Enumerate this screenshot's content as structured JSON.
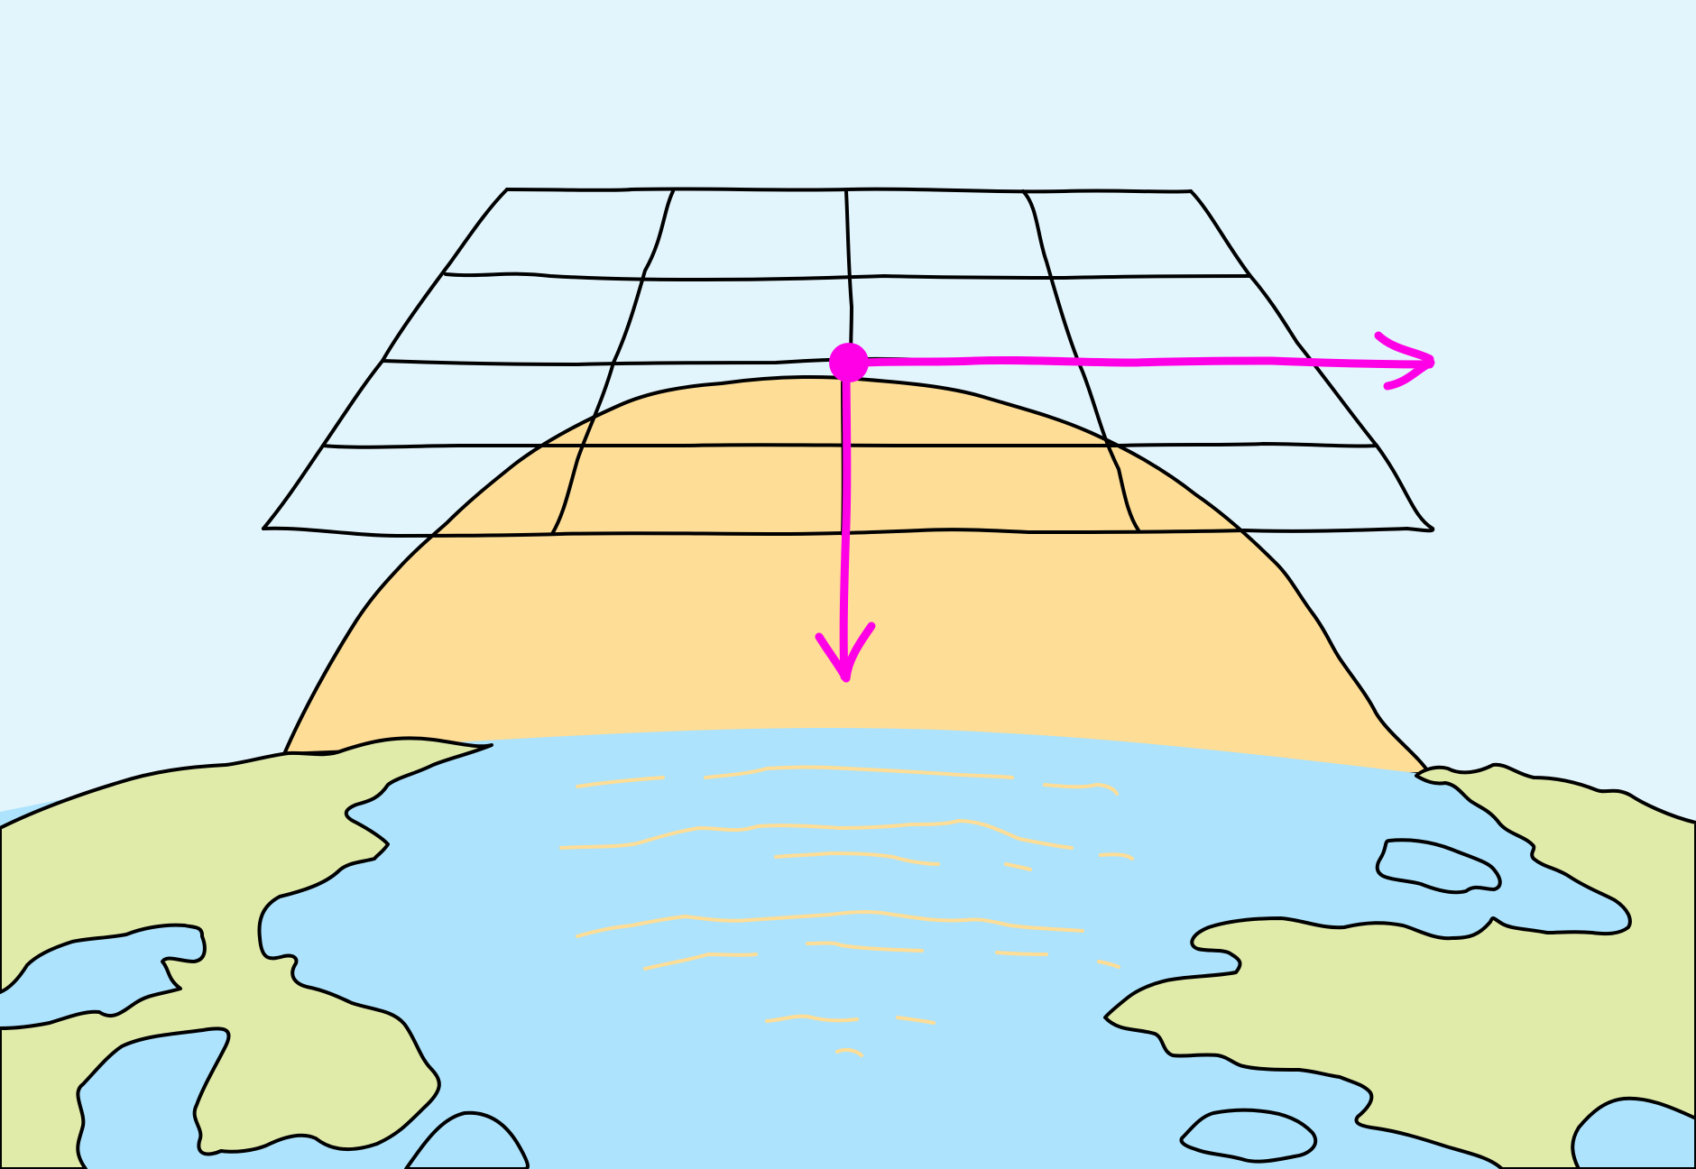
{
  "colors": {
    "sky": "#e3f5fc",
    "sun": "#fedd96",
    "ocean": "#ade3fc",
    "land": "#e0ebaa",
    "glint": "#fedd96",
    "outline": "#000000",
    "vector": "#ff00e6"
  },
  "scene": {
    "description_elements": [
      "sun",
      "ocean",
      "land",
      "grid-plane",
      "vector-arrows"
    ]
  }
}
